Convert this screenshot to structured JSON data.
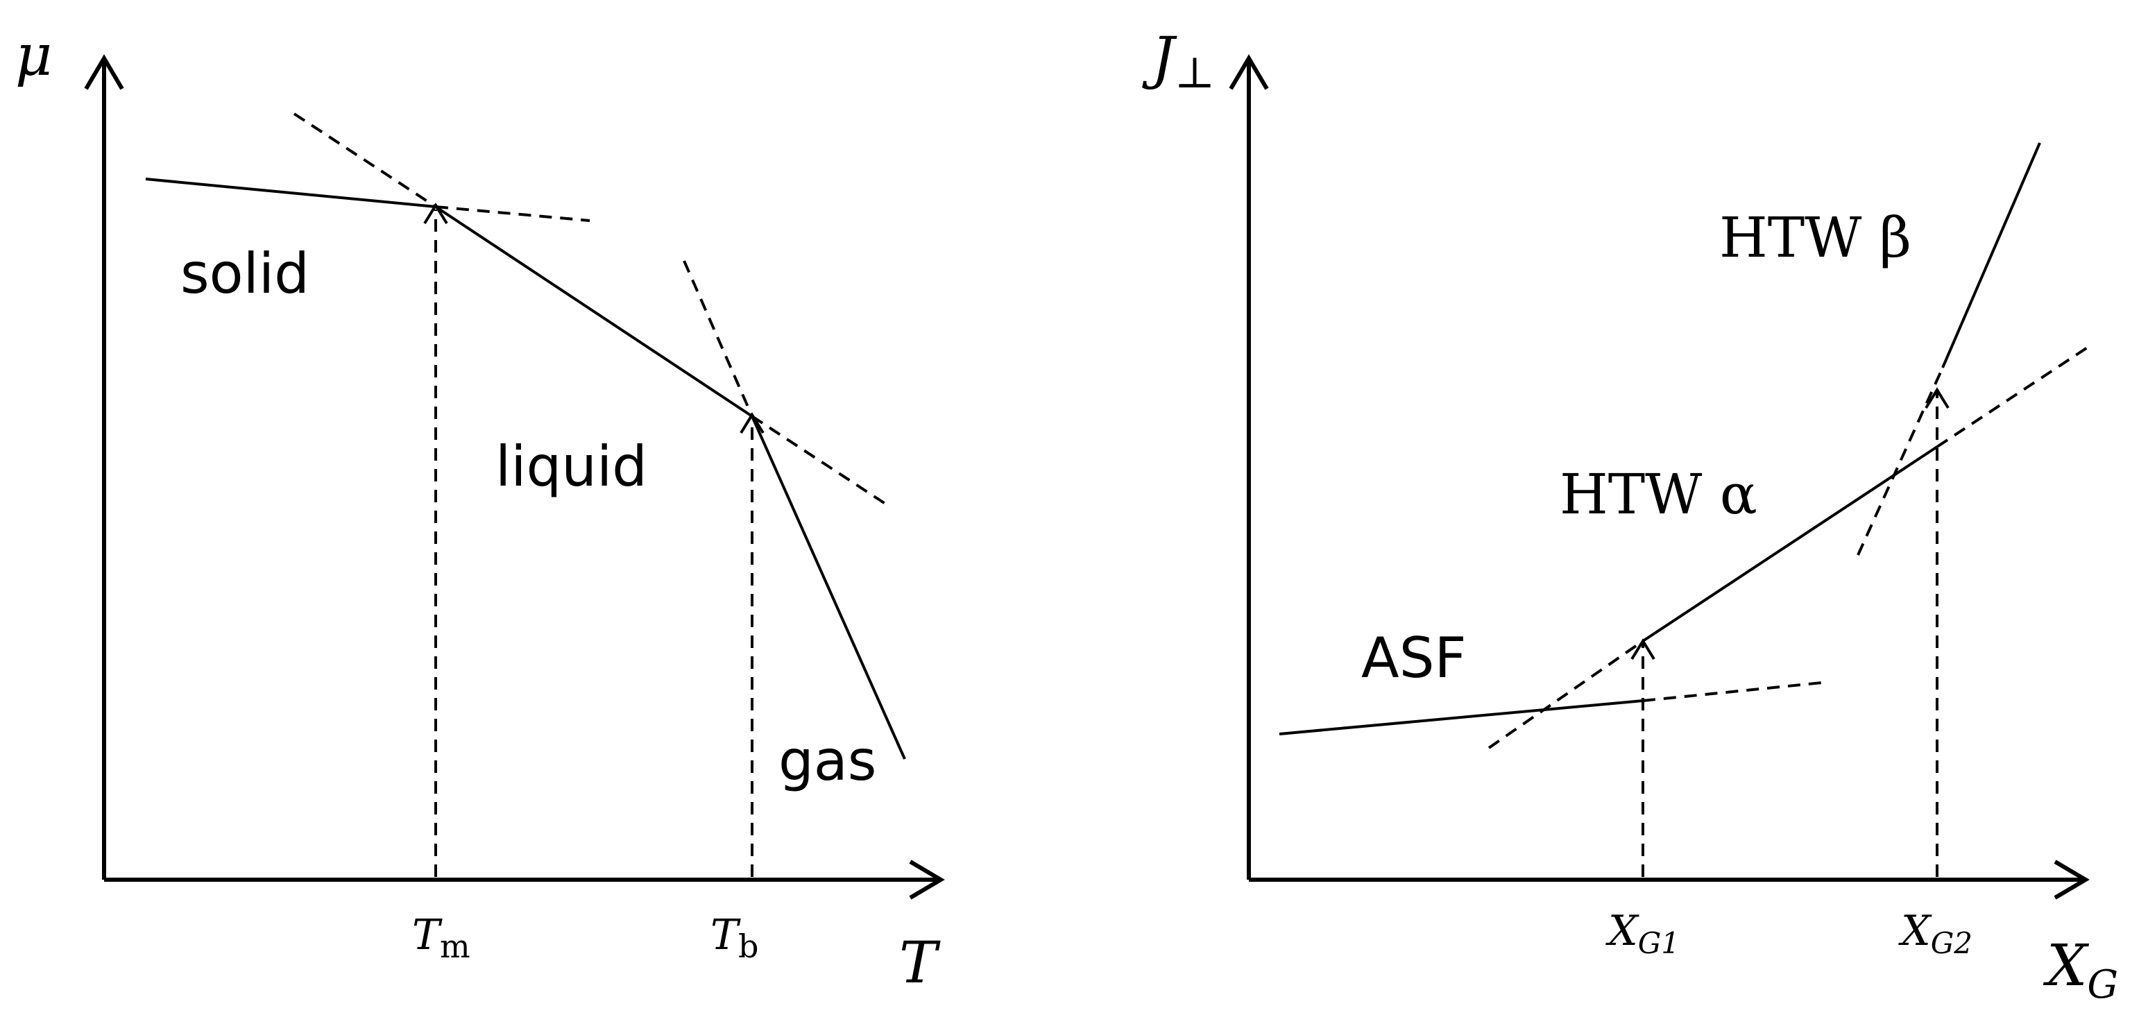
{
  "left_panel": {
    "y_axis_label": "μ",
    "x_axis_label": "T",
    "tick_tm": {
      "base": "T",
      "sub": "m"
    },
    "tick_tb": {
      "base": "T",
      "sub": "b"
    },
    "phase_solid": "solid",
    "phase_liquid": "liquid",
    "phase_gas": "gas"
  },
  "right_panel": {
    "y_axis_label": {
      "base": "J",
      "sub": "⊥"
    },
    "x_axis_label": {
      "base": "X",
      "sub": "G"
    },
    "tick_xg1": {
      "base": "X",
      "sub": "G1"
    },
    "tick_xg2": {
      "base": "X",
      "sub": "G2"
    },
    "regime_asf": "ASF",
    "regime_htw_alpha": "HTW α",
    "regime_htw_beta": "HTW β"
  }
}
